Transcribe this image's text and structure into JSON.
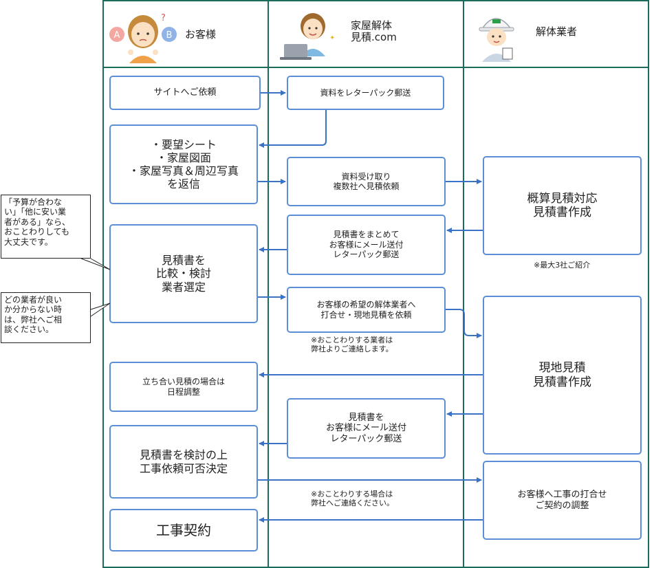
{
  "lanes": {
    "customer": "お客様",
    "site": "家屋解体\n見積.com",
    "contractor": "解体業者"
  },
  "icons": {
    "customer": "worried-woman-icon",
    "site": "laptop-woman-icon",
    "contractor": "hardhat-worker-icon"
  },
  "customer_icon_badges": {
    "a": "A",
    "b": "B",
    "q": "?"
  },
  "steps": {
    "site_request": "サイトへご依頼",
    "send_docs": "資料をレターパック郵送",
    "return_docs": "・要望シート\n・家屋図面\n・家屋写真＆周辺写真\nを返信",
    "receive_docs": "資料受け取り\n複数社へ見積依頼",
    "rough_estimate": "概算見積対応\n見積書作成",
    "send_estimates": "見積書をまとめて\nお客様にメール送付\nレターパック郵送",
    "compare": "見積書を\n比較・検討\n業者選定",
    "request_site_visit": "お客様の希望の解体業者へ\n打合せ・現地見積を依頼",
    "site_estimate": "現地見積\n見積書作成",
    "schedule": "立ち合い見積の場合は\n日程調整",
    "send_estimate": "見積書を\nお客様にメール送付\nレターパック郵送",
    "decide": "見積書を検討の上\n工事依頼可否決定",
    "meeting": "お客様へ工事の打合せ\nご契約の調整",
    "contract": "工事契約"
  },
  "notes": {
    "max_three": "※最大3社ご紹介",
    "decline_contractor": "※おことわりする業者は\n弊社よりご連絡します。",
    "decline_case": "※おことわりする場合は\n弊社へご連絡ください。"
  },
  "callouts": {
    "budget": "「予算が合わな\nい」「他に安い業\n者がある」なら、\nおことわりしても\n大丈夫です。",
    "unsure": "どの業者が良い\nか分からない時\nは、弊社へご相\n談ください。"
  },
  "colors": {
    "lane_border": "#1a6b5a",
    "box_border": "#5b8ed6",
    "arrow": "#3a73c6"
  }
}
